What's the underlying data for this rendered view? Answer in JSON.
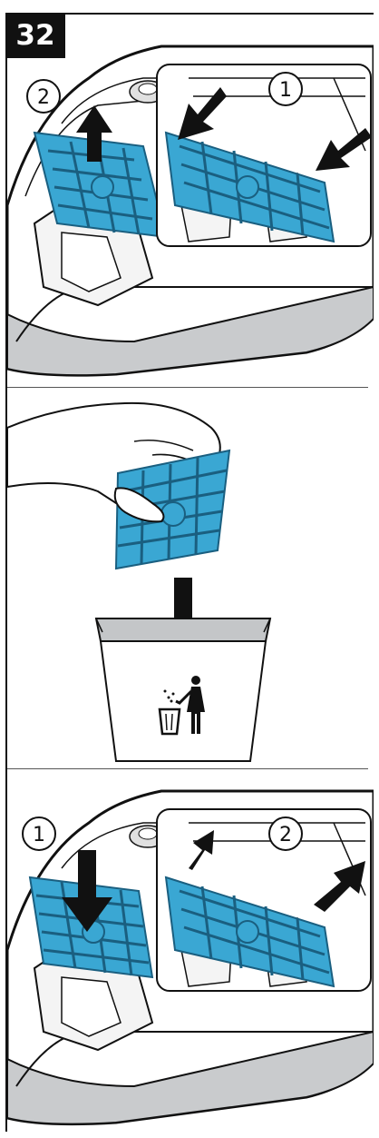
{
  "step": {
    "number": "32"
  },
  "panels": [
    {
      "name": "remove-filter",
      "callouts": [
        "2",
        "1"
      ]
    },
    {
      "name": "dispose-filter"
    },
    {
      "name": "insert-new-filter",
      "callouts": [
        "1",
        "2"
      ]
    }
  ],
  "colors": {
    "filter_blue": "#3aa7d3",
    "filter_dark": "#1a5f80",
    "device_grey": "#c9cbcd",
    "outline": "#111111",
    "bin_grey": "#c4c6c8"
  }
}
